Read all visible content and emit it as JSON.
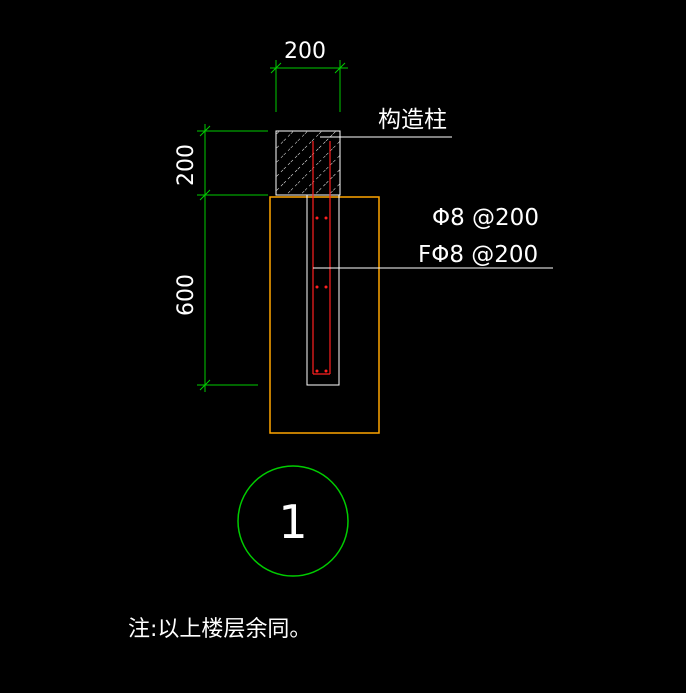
{
  "dimensions": {
    "top_width": "200",
    "upper_height": "200",
    "lower_height": "600"
  },
  "labels": {
    "column": "构造柱",
    "rebar_main": "Φ8 @200",
    "rebar_alt": "FΦ8 @200"
  },
  "detail_number": "1",
  "note": "注:以上楼层余同。",
  "colors": {
    "background": "#000000",
    "dimension_line": "#00cc00",
    "outline": "#ffffff",
    "rebar": "#ff2020",
    "footing": "#ffa500",
    "circle": "#00cc00"
  }
}
